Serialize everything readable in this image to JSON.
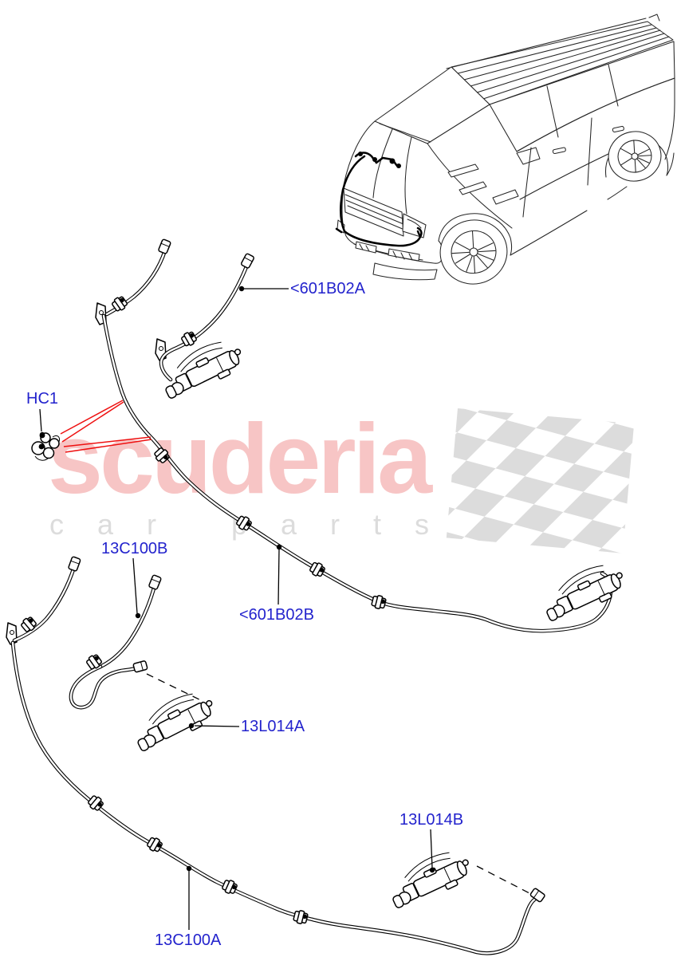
{
  "watermark": {
    "brand": "scuderia",
    "subtitle": "car parts",
    "brand_color": "#f7c5c5",
    "subtitle_color": "#dcdcdc",
    "flag_color": "#dcdcdc"
  },
  "colors": {
    "label_blue": "#2323cd",
    "callout_red": "#ee1111",
    "line_black": "#000000",
    "car_line": "#262626"
  },
  "figures": {
    "vehicle": "range-rover-sport-front-three-quarter-line-drawing",
    "flag": "checkered-flag-watermark"
  },
  "labels": [
    {
      "id": "hc1",
      "text": "HC1"
    },
    {
      "id": "601b02a",
      "text": "<601B02A"
    },
    {
      "id": "13c100b",
      "text": "13C100B"
    },
    {
      "id": "601b02b",
      "text": "<601B02B"
    },
    {
      "id": "13l014a",
      "text": "13L014A"
    },
    {
      "id": "13l014b",
      "text": "13L014B"
    },
    {
      "id": "13c100a",
      "text": "13C100A"
    }
  ]
}
